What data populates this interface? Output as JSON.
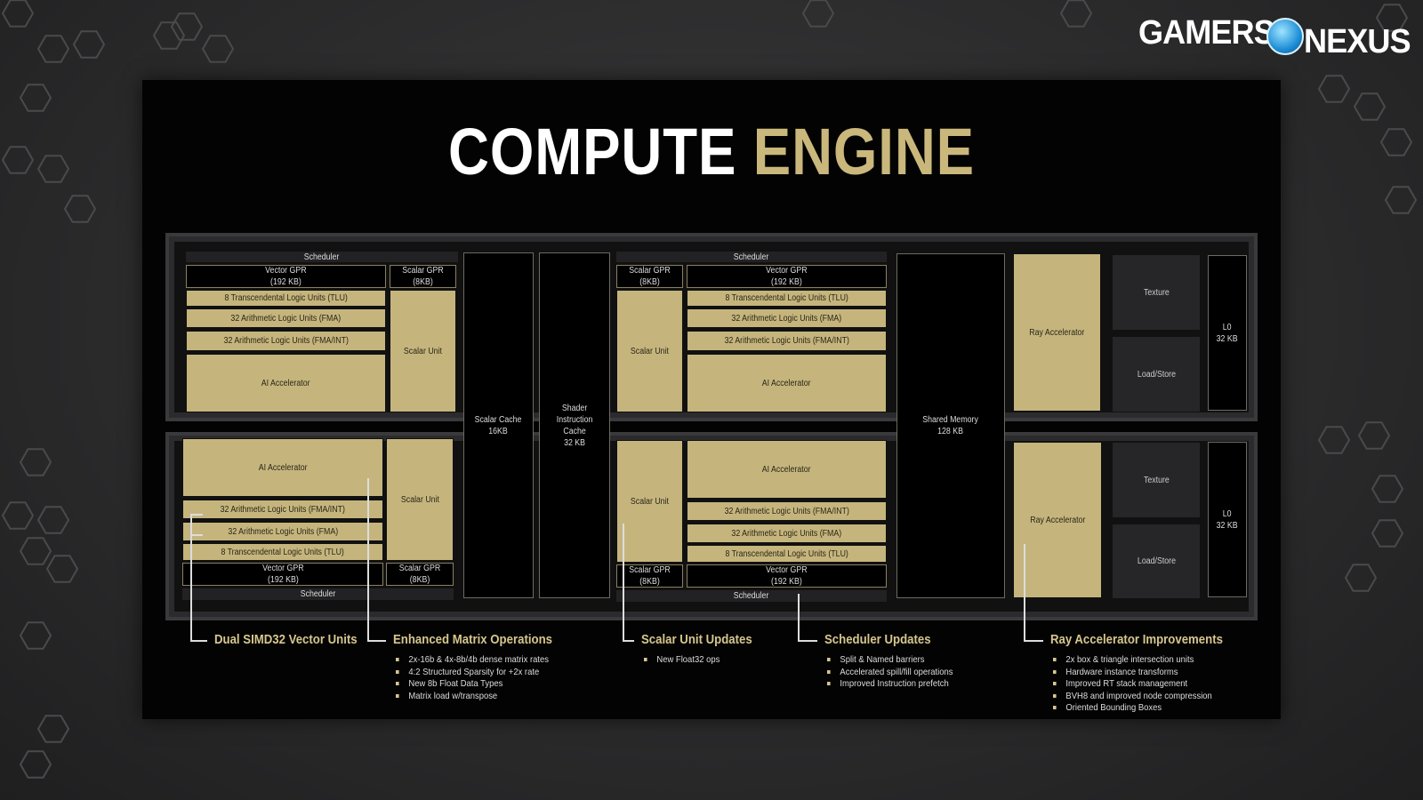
{
  "logo": {
    "text_left": "GAMERS",
    "text_right": "NEXUS"
  },
  "title": {
    "white": "COMPUTE",
    "gold": "ENGINE"
  },
  "labels": {
    "scheduler": "Scheduler",
    "vector_gpr": "Vector GPR\n(192 KB)",
    "scalar_gpr": "Scalar GPR (8KB)",
    "tlu": "8 Transcendental Logic Units (TLU)",
    "fma": "32 Arithmetic Logic Units (FMA)",
    "fma_int": "32 Arithmetic Logic Units (FMA/INT)",
    "ai": "AI Accelerator",
    "scalar_unit": "Scalar Unit",
    "scalar_cache": "Scalar Cache\n16KB",
    "shader_cache": "Shader\nInstruction\nCache\n32 KB",
    "shared_memory": "Shared Memory\n128 KB",
    "ray": "Ray Accelerator",
    "texture": "Texture",
    "loadstore": "Load/Store",
    "l0": "L0\n32 KB"
  },
  "callouts": [
    {
      "title": "Dual SIMD32 Vector Units",
      "bullets": []
    },
    {
      "title": "Enhanced Matrix Operations",
      "bullets": [
        "2x-16b & 4x-8b/4b dense matrix rates",
        "4:2 Structured Sparsity for +2x rate",
        "New 8b Float Data Types",
        "Matrix load w/transpose"
      ]
    },
    {
      "title": "Scalar Unit Updates",
      "bullets": [
        "New Float32 ops"
      ]
    },
    {
      "title": "Scheduler Updates",
      "bullets": [
        "Split & Named barriers",
        "Accelerated spill/fill operations",
        "Improved Instruction prefetch"
      ]
    },
    {
      "title": "Ray Accelerator Improvements",
      "bullets": [
        "2x box & triangle intersection units",
        "Hardware instance transforms",
        "Improved RT stack management",
        "BVH8 and improved node compression",
        "Oriented Bounding Boxes"
      ]
    }
  ],
  "colors": {
    "gold": "#c5b57d",
    "heading": "#d6c68e"
  }
}
